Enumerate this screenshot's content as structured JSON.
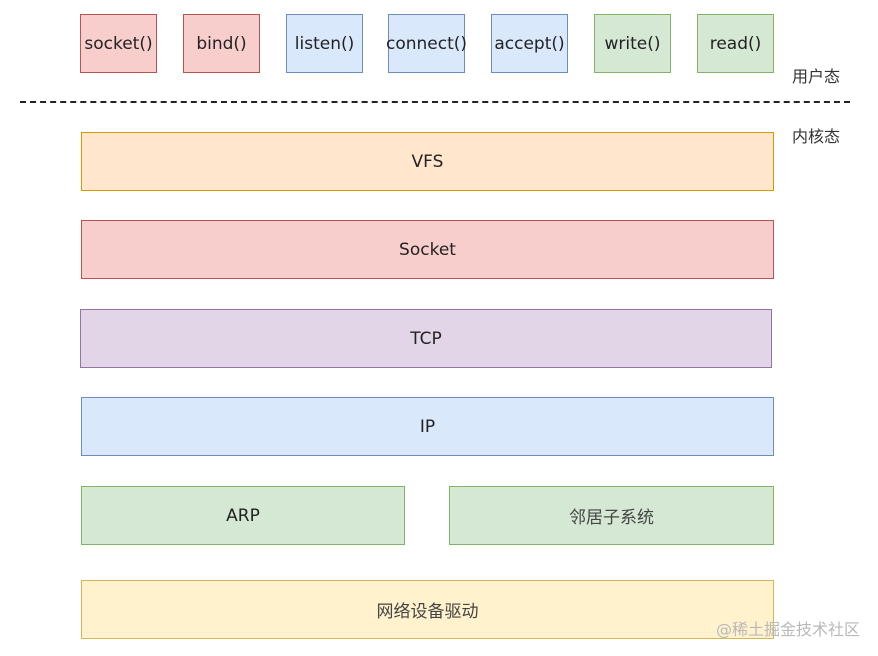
{
  "user_calls": [
    "socket()",
    "bind()",
    "listen()",
    "connect()",
    "accept()",
    "write()",
    "read()"
  ],
  "labels": {
    "user_space": "用户态",
    "kernel_space": "内核态"
  },
  "layers": {
    "vfs": "VFS",
    "socket": "Socket",
    "tcp": "TCP",
    "ip": "IP",
    "arp": "ARP",
    "neighbor": "邻居子系统",
    "driver": "网络设备驱动"
  },
  "watermark": "@稀土掘金技术社区",
  "colors": {
    "pink": "#f8cecc",
    "blue": "#dae8fc",
    "green": "#d5e8d4",
    "orange": "#ffe6cc",
    "purple": "#e1d5e7",
    "yellow": "#fff2cc"
  }
}
